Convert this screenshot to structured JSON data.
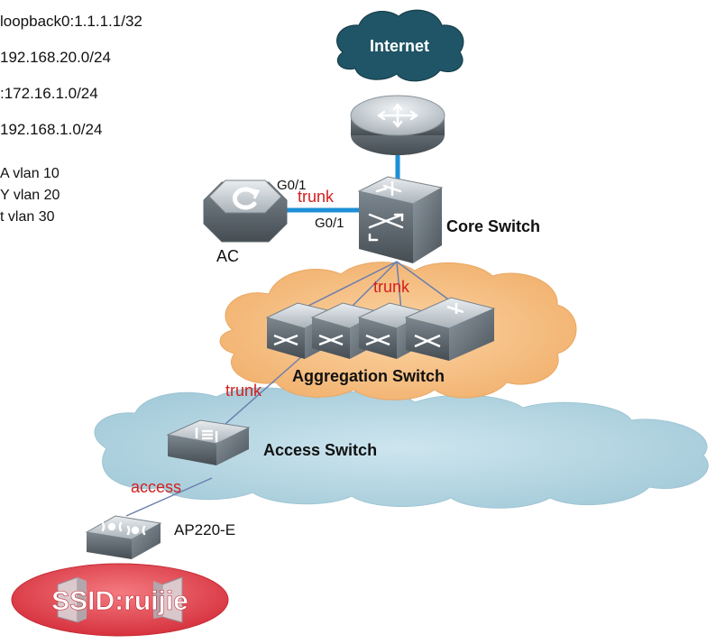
{
  "legend": {
    "lines": [
      "loopback0:1.1.1.1/32",
      "192.168.20.0/24",
      ":172.16.1.0/24",
      "192.168.1.0/24"
    ],
    "vlans": [
      "A vlan 10",
      "Y vlan 20",
      "t vlan 30"
    ]
  },
  "nodes": {
    "internet": "Internet",
    "ac": "AC",
    "core_switch": "Core Switch",
    "aggregation_switch": "Aggregation Switch",
    "access_switch": "Access Switch",
    "ap": "AP220-E",
    "ssid": "SSID:ruijie"
  },
  "links": {
    "ac_port": "G0/1",
    "core_port": "G0/1",
    "ac_core_mode": "trunk",
    "core_agg_mode": "trunk",
    "agg_access_mode": "trunk",
    "access_ap_mode": "access"
  },
  "colors": {
    "link_mode_text": "#d31f1f",
    "uplink_blue": "#1e8fd6",
    "internet_cloud": "#1f5566",
    "agg_cloud": "#f6c48e",
    "access_cloud": "#b7d8e4",
    "ssid_ellipse": "#e8505a"
  }
}
